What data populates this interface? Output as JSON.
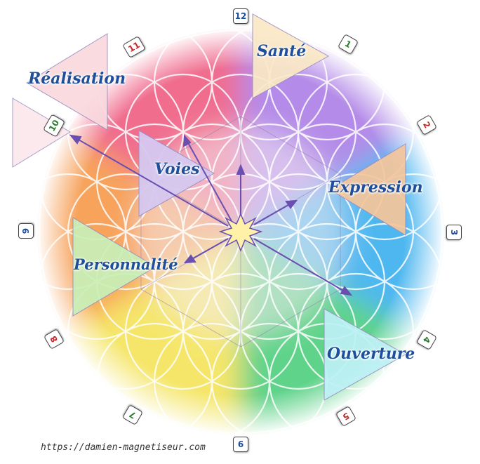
{
  "center_icon": "star-burst-icon",
  "labels": {
    "sante": "Santé",
    "realisation": "Réalisation",
    "voies": "Voies",
    "expression": "Expression",
    "personnalite": "Personnalité",
    "ouverture": "Ouverture"
  },
  "numbers": {
    "n12": "12",
    "n1": "1",
    "n2": "2",
    "n3": "3",
    "n4": "4",
    "n5": "5",
    "n6": "6",
    "n7": "7",
    "n8": "8",
    "n9": "9",
    "n10": "10",
    "n11": "11"
  },
  "number_colors": {
    "n12": "#1f4f9a",
    "n1": "#2e7d32",
    "n2": "#c62828",
    "n3": "#1f4f9a",
    "n4": "#2e7d32",
    "n5": "#c62828",
    "n6": "#1f4f9a",
    "n7": "#2e7d32",
    "n8": "#c62828",
    "n9": "#1f4f9a",
    "n10": "#2e7d32",
    "n11": "#c62828"
  },
  "url": "https://damien-magnetiseur.com",
  "colors": {
    "arrow": "#6a4fb0",
    "sante_fill": "#fbe9c6",
    "realisation_fill": "#f9d9de",
    "voies_fill": "#d6c8f0",
    "expression_fill": "#f6c69b",
    "personnalite_fill": "#c8f0b8",
    "ouverture_fill": "#bdf1f6"
  }
}
